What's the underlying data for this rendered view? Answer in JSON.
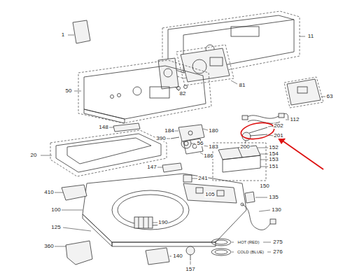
{
  "diagram": {
    "labels": [
      "1",
      "11",
      "63",
      "50",
      "82",
      "81",
      "112",
      "56",
      "202",
      "201",
      "200",
      "148",
      "184",
      "180",
      "390",
      "183",
      "186",
      "20",
      "152",
      "154",
      "153",
      "151",
      "147",
      "150",
      "241",
      "105",
      "410",
      "135",
      "100",
      "130",
      "190",
      "125",
      "275",
      "HOT (RED)",
      "276",
      "COLD (BLUE)",
      "360",
      "140",
      "157"
    ]
  }
}
